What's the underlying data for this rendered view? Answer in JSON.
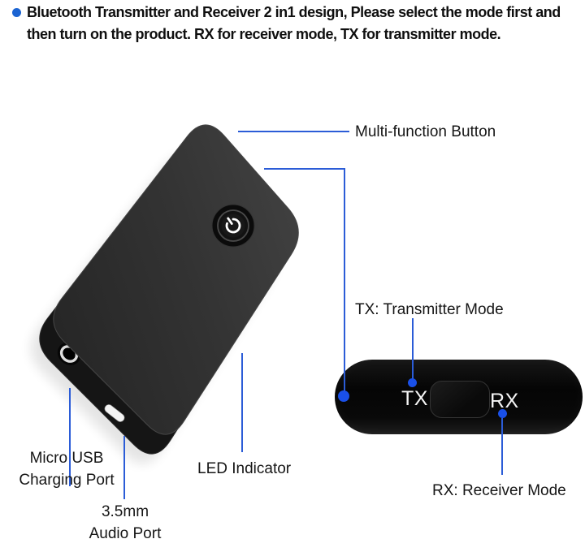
{
  "header": {
    "line1": "Bluetooth Transmitter and Receiver 2 in1 design, Please select the mode first and",
    "line2": "then turn on the product. RX for receiver mode, TX for transmitter mode."
  },
  "labels": {
    "multi_function": "Multi-function Button",
    "tx_mode": "TX: Transmitter Mode",
    "rx_mode": "RX: Receiver Mode",
    "led": "LED Indicator",
    "micro_usb_line1": "Micro USB",
    "micro_usb_line2": "Charging Port",
    "audio_line1": "3.5mm",
    "audio_line2": "Audio Port"
  },
  "mode_switch": {
    "tx": "TX",
    "rx": "RX"
  },
  "colors": {
    "callout_line": "#2b5cd7",
    "callout_dot": "#1a50e8",
    "bullet": "#1b64d2",
    "device_body": "#333333",
    "switch_pill": "#0a0a0a",
    "switch_text": "#f5f5f5",
    "background": "#ffffff",
    "text": "#161616"
  }
}
